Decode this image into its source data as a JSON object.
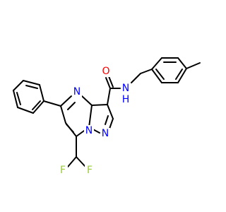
{
  "molecule": {
    "atoms": {
      "O": "O",
      "NH": "N",
      "H": "H",
      "N_ring_top": "N",
      "N_bridge": "N",
      "N_pyrazole": "N",
      "F_left": "F",
      "F_right": "F"
    },
    "colors": {
      "O": "#ff0000",
      "N": "#0000ff",
      "F": "#9acd32",
      "C": "#000000"
    }
  }
}
